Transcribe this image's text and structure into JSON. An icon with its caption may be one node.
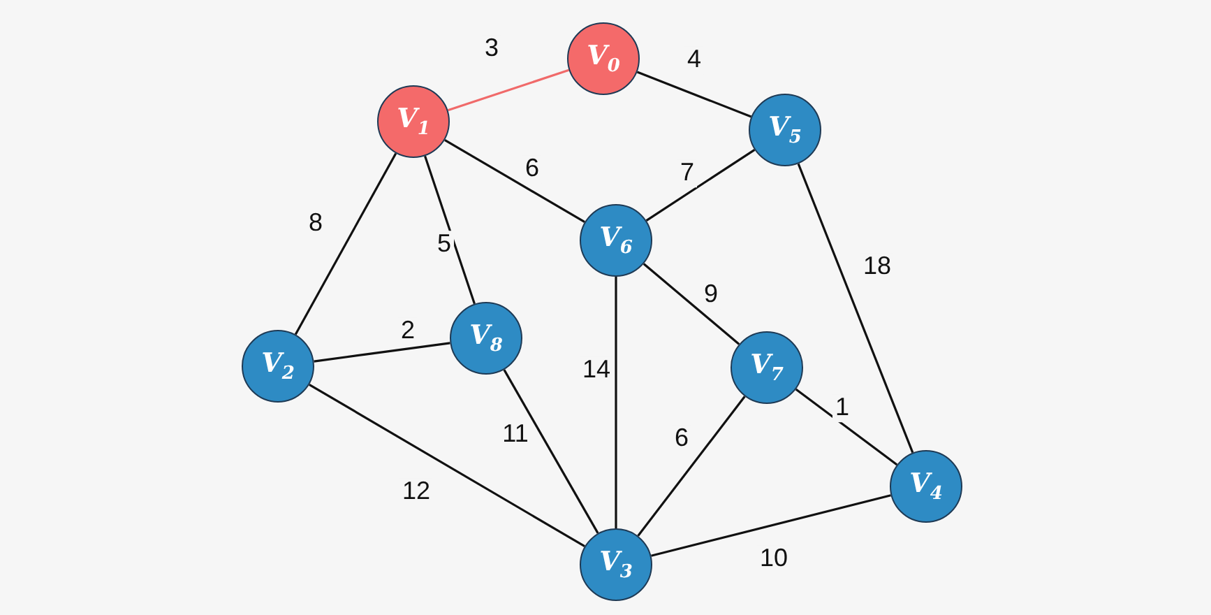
{
  "diagram": {
    "nodes": [
      {
        "text": [
          "V$_{0}$"
        ]
      },
      {
        "text": [
          "V$_{1}$"
        ]
      },
      {
        "text": [
          "V$_{5}$"
        ]
      },
      {
        "text": [
          "V$_{6}$"
        ]
      },
      {
        "text": [
          "V$_{2}$"
        ]
      },
      {
        "text": [
          "V$_{8}$"
        ]
      },
      {
        "text": [
          "V$_{7}$"
        ]
      },
      {
        "text": [
          "V$_{4}$"
        ]
      },
      {
        "text": [
          "V$_{3}$"
        ]
      }
    ],
    "edges": [
      {
        "from": 0,
        "to": 1,
        "arrow": "none",
        "label": "3",
        "color": "#f06a6a"
      },
      {
        "from": 0,
        "to": 2,
        "arrow": "none",
        "label": "4"
      },
      {
        "from": 1,
        "to": 3,
        "arrow": "none",
        "label": "6"
      },
      {
        "from": 1,
        "to": 4,
        "arrow": "none",
        "label": "8"
      },
      {
        "from": 1,
        "to": 5,
        "arrow": "none",
        "label": "5"
      },
      {
        "from": 2,
        "to": 3,
        "arrow": "none",
        "label": "7"
      },
      {
        "from": 2,
        "to": 7,
        "arrow": "none",
        "label": "18"
      },
      {
        "from": 3,
        "to": 6,
        "arrow": "none",
        "label": "9"
      },
      {
        "from": 3,
        "to": 8,
        "arrow": "none",
        "label": "14"
      },
      {
        "from": 4,
        "to": 5,
        "arrow": "none",
        "label": "2"
      },
      {
        "from": 4,
        "to": 8,
        "arrow": "none",
        "label": "12"
      },
      {
        "from": 5,
        "to": 8,
        "arrow": "none",
        "label": "11"
      },
      {
        "from": 6,
        "to": 8,
        "arrow": "none",
        "label": "6"
      },
      {
        "from": 6,
        "to": 7,
        "arrow": "none",
        "label": "1"
      },
      {
        "from": 8,
        "to": 7,
        "arrow": "none",
        "label": "10"
      }
    ]
  }
}
